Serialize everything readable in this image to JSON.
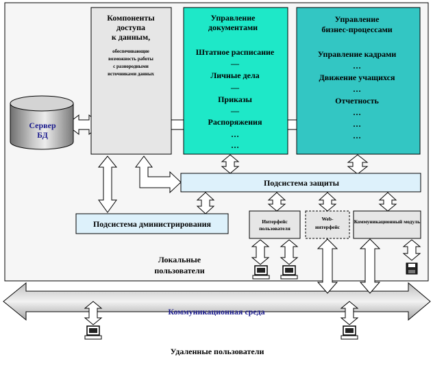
{
  "server": {
    "line1": "Сервер",
    "line2": "БД"
  },
  "access": {
    "title_lines": [
      "Компоненты",
      "доступа",
      "к данным,"
    ],
    "sub_lines": [
      "обеспечивающие",
      "возможность работы",
      "с разнородными",
      "источниками данных"
    ]
  },
  "docs": {
    "title_lines": [
      "Управление",
      "документами"
    ],
    "items": [
      "Штатное расписание",
      "—",
      "Личные дела",
      "—",
      "Приказы",
      "—",
      "Распоряжения",
      "…",
      "…"
    ]
  },
  "bp": {
    "title_lines": [
      "Управление",
      "бизнес-процессами"
    ],
    "items": [
      "Управление кадрами",
      "…",
      "Движение учащихся",
      "…",
      "Отчетность",
      "…",
      "…",
      "…"
    ]
  },
  "protection": "Подсистема защиты",
  "admin": "Подсистема дминистрирования",
  "user_iface": {
    "line1": "Интерфейс",
    "line2": "пользователя"
  },
  "web_iface": {
    "line1": "Web-",
    "line2": "интерфейс"
  },
  "comm_module": "Коммуникационный модуль",
  "local_users": {
    "line1": "Локальные",
    "line2": "пользователи"
  },
  "comm_env": "Коммуникационная среда",
  "remote_users": "Удаленные пользователи",
  "colors": {
    "teal": "#1ee8c8",
    "teal_dark": "#33c6c3",
    "light_blue": "#ddf1fb",
    "grey": "#e6e6e6"
  }
}
